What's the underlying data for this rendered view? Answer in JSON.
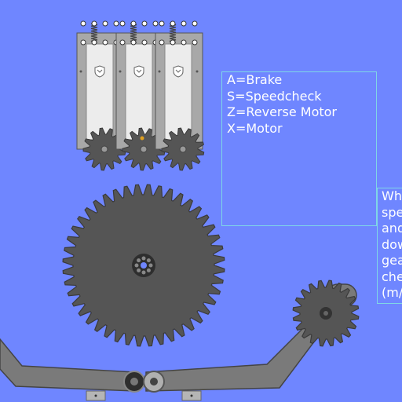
{
  "controls": {
    "lines": [
      "A=Brake",
      "S=Speedcheck",
      "Z=Reverse Motor",
      "X=Motor"
    ]
  },
  "hint": {
    "lines": [
      "Wh",
      "spe",
      "and",
      "dow",
      "gea",
      "che",
      "(m/"
    ]
  },
  "colors": {
    "background": "#6f86ff",
    "gear": "#555555",
    "gear_outline": "#3a3a3a",
    "arm": "#7a7a7a",
    "panel_frame": "#a8a8a8",
    "panel_face": "#ececec",
    "box_border": "#7fd6e6",
    "text": "#ffffff"
  },
  "icons": {
    "panel_badge": "shield-icon",
    "hub": "hub-icon",
    "spring": "spring-icon"
  }
}
